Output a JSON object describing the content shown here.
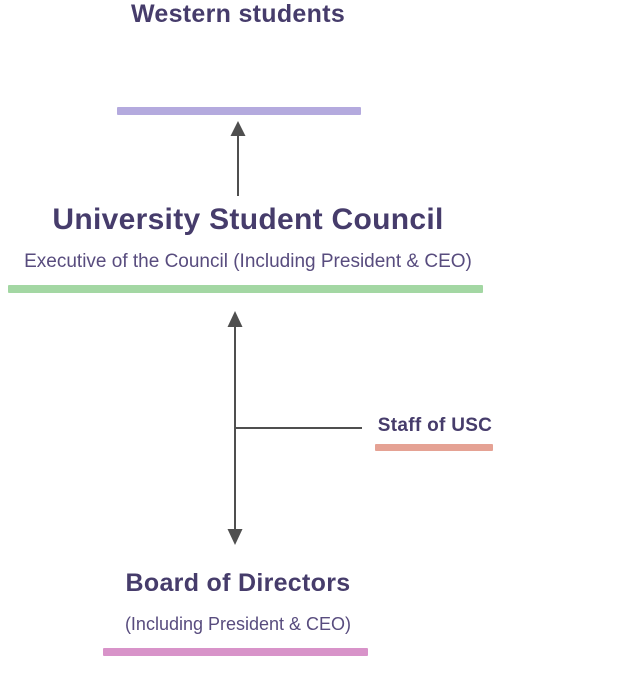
{
  "diagram": {
    "background_color": "#ffffff",
    "arrow_color": "#4f4f4f",
    "title_color": "#463c6b",
    "nodes": {
      "western_students": {
        "label": "Western students",
        "underline_color": "#b4aade"
      },
      "university_student_council": {
        "label": "University Student Council",
        "sublabel": "Executive of the Council (Including President & CEO)",
        "underline_color": "#a3d7a3"
      },
      "staff_of_usc": {
        "label": "Staff of USC",
        "underline_color": "#e5a294"
      },
      "board_of_directors": {
        "label": "Board of Directors",
        "sublabel": "(Including President & CEO)",
        "underline_color": "#d893c9"
      }
    }
  }
}
